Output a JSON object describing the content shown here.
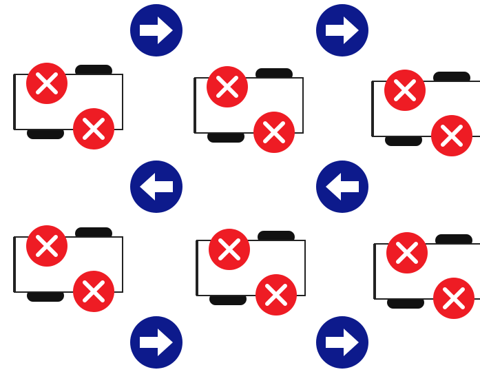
{
  "colors": {
    "background": "#ffffff",
    "arrow_circle": "#0d1a8c",
    "arrow_glyph": "#ffffff",
    "x_circle": "#ee1c24",
    "x_glyph": "#ffffff",
    "robot_body_stroke": "#222222",
    "robot_wheel": "#111111"
  },
  "diagram": {
    "arrows": [
      {
        "direction": "right",
        "icon": "arrow-right-icon"
      },
      {
        "direction": "right",
        "icon": "arrow-right-icon"
      },
      {
        "direction": "left",
        "icon": "arrow-left-icon"
      },
      {
        "direction": "left",
        "icon": "arrow-left-icon"
      },
      {
        "direction": "right",
        "icon": "arrow-right-icon"
      },
      {
        "direction": "right",
        "icon": "arrow-right-icon"
      }
    ],
    "robots": [
      {
        "row": 1,
        "col": 1,
        "markers": [
          "x-mark-icon",
          "x-mark-icon"
        ]
      },
      {
        "row": 1,
        "col": 2,
        "markers": [
          "x-mark-icon",
          "x-mark-icon"
        ]
      },
      {
        "row": 1,
        "col": 3,
        "markers": [
          "x-mark-icon",
          "x-mark-icon"
        ]
      },
      {
        "row": 2,
        "col": 1,
        "markers": [
          "x-mark-icon",
          "x-mark-icon"
        ]
      },
      {
        "row": 2,
        "col": 2,
        "markers": [
          "x-mark-icon",
          "x-mark-icon"
        ]
      },
      {
        "row": 2,
        "col": 3,
        "markers": [
          "x-mark-icon",
          "x-mark-icon"
        ]
      }
    ]
  }
}
